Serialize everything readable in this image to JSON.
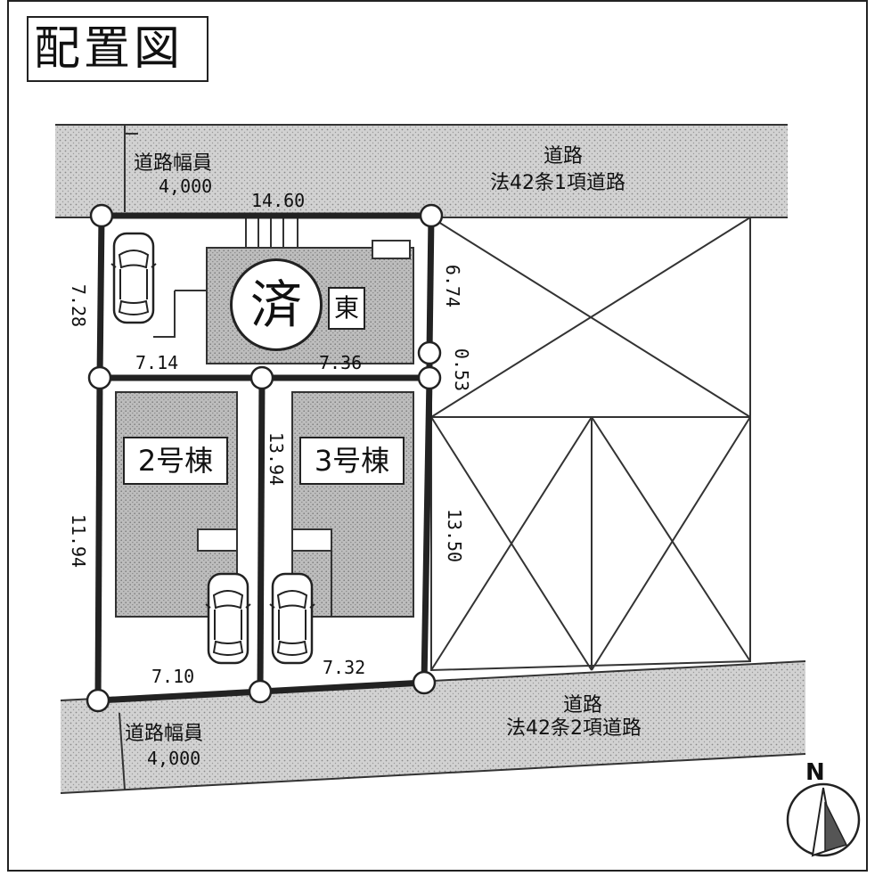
{
  "title": "配置図",
  "roads": {
    "north": {
      "name": "道路",
      "law": "法42条1項道路",
      "width_label": "道路幅員",
      "width_value": "4,000"
    },
    "south": {
      "name": "道路",
      "law": "法42条2項道路",
      "width_label": "道路幅員",
      "width_value": "4,000"
    }
  },
  "buildings": {
    "sold": {
      "stamp": "済",
      "label": "東"
    },
    "house2": {
      "label": "2号棟"
    },
    "house3": {
      "label": "3号棟"
    }
  },
  "dimensions": {
    "top": "14.60",
    "left_upper": "7.28",
    "right_upper": "6.74",
    "right_small": "0.53",
    "mid_left": "7.14",
    "mid_right": "7.36",
    "left_lower": "11.94",
    "center_lower": "13.94",
    "right_lower": "13.50",
    "bottom_left": "7.10",
    "bottom_right": "7.32"
  },
  "compass": {
    "label": "N"
  }
}
